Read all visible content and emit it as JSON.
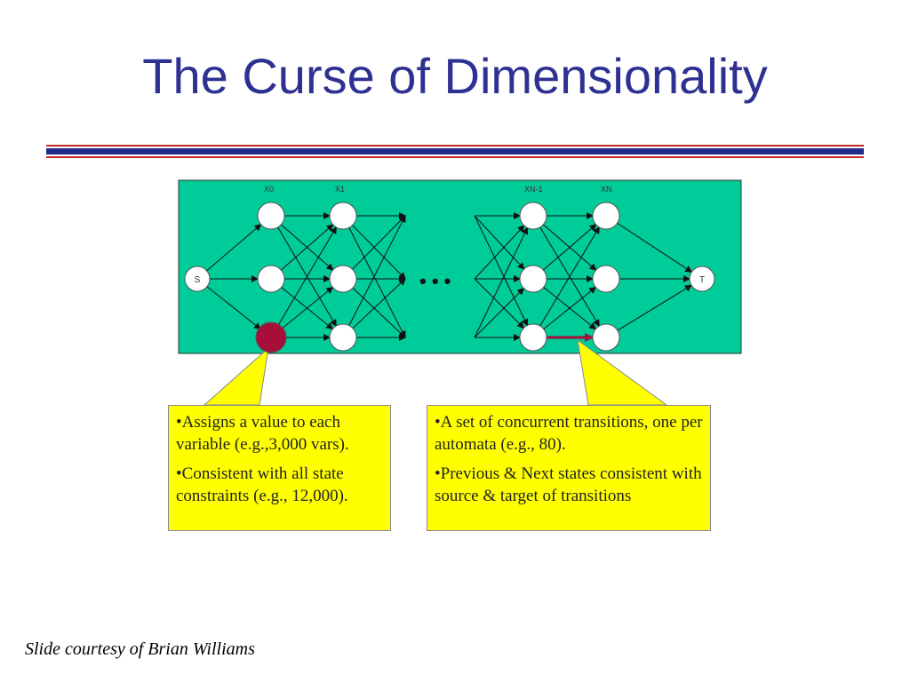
{
  "slide": {
    "title": "The Curse of Dimensionality",
    "footer": "Slide courtesy of Brian Williams"
  },
  "diagram": {
    "background_color": "#00cc99",
    "highlight_node_color": "#a50f3a",
    "highlight_edge_color": "#a50f3a",
    "source_node": "S",
    "target_node": "T",
    "column_labels": [
      "X0",
      "X1",
      "XN-1",
      "XN"
    ],
    "ellipsis": "• • •"
  },
  "callouts": {
    "left": {
      "line1": "•Assigns a value to each variable (e.g.,3,000 vars).",
      "line2": "•Consistent with all state constraints (e.g., 12,000)."
    },
    "right": {
      "line1": "•A set of concurrent transitions, one per automata (e.g., 80).",
      "line2": "•Previous & Next states consistent with source & target of transitions"
    }
  }
}
